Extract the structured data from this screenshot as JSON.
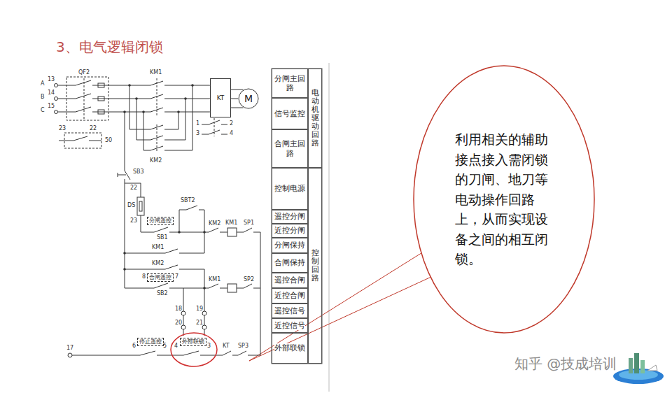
{
  "diagram": {
    "title": "3、电气逻辑闭锁",
    "nodes": [
      {
        "text": [
          "分闸主回路"
        ]
      },
      {
        "text": [
          "信号监控"
        ]
      },
      {
        "text": [
          "合闸主回路"
        ]
      },
      {
        "text": [
          "电动机驱动回路"
        ]
      },
      {
        "text": [
          "控制电源"
        ]
      },
      {
        "text": [
          "遥控分闸"
        ]
      },
      {
        "text": [
          "近控分闸"
        ]
      },
      {
        "text": [
          "分闸保持"
        ]
      },
      {
        "text": [
          "合闸保持"
        ]
      },
      {
        "text": [
          "遥控合闸"
        ]
      },
      {
        "text": [
          "近控合闸"
        ]
      },
      {
        "text": [
          "遥控信号"
        ]
      },
      {
        "text": [
          "近控信号"
        ]
      },
      {
        "text": [
          "外部联锁"
        ]
      },
      {
        "text": [
          "控制回路"
        ]
      },
      {
        "text": [
          "分闸遥控"
        ]
      },
      {
        "text": [
          "合闸遥控"
        ]
      },
      {
        "text": [
          "停止遥控"
        ]
      },
      {
        "text": [
          "外部联锁"
        ]
      },
      {
        "text": [
          "M"
        ]
      },
      {
        "text": [
          "KT"
        ]
      },
      {
        "text": [
          "利用相关的辅助接点接入需闭锁的刀闸、地刀等电动操作回路上，从而实现设备之间的相互闭锁。"
        ]
      }
    ],
    "edges": [
      {
        "from": 20,
        "to": 19,
        "arrow": "none"
      }
    ],
    "labels": [
      "13",
      "A",
      "14",
      "B",
      "15",
      "C",
      "QF2",
      "KM1",
      "23",
      "22",
      "50",
      "1",
      "2",
      "3",
      "4",
      "KM2",
      "SB3",
      "22",
      "DS",
      "23",
      "SBT2",
      "SB1",
      "KM1",
      "KM2",
      "KM1",
      "SP1",
      "KM2",
      "8",
      "7",
      "SB2",
      "KM1",
      "SP2",
      "18",
      "19",
      "20",
      "21",
      "17",
      "6",
      "5",
      "4",
      "3",
      "KT",
      "SP3",
      "知乎 @技成培训"
    ]
  }
}
